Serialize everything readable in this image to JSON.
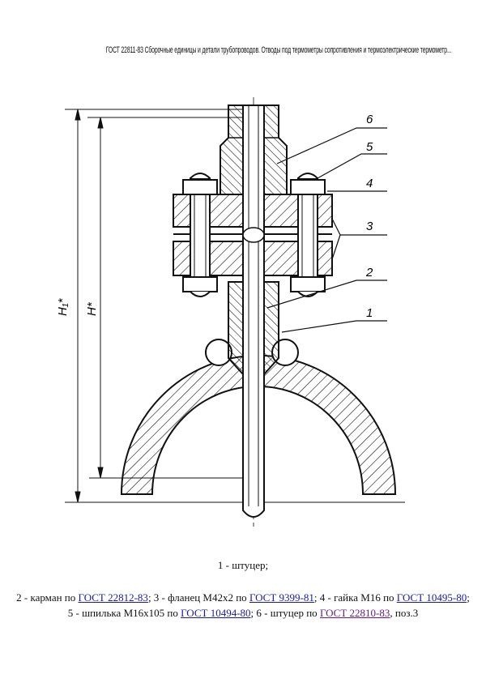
{
  "header": {
    "title": "ГОСТ 22811-83 Сборочные единицы и детали трубопроводов. Отводы под термометры сопротивления и термоэлектрические термометр..."
  },
  "drawing": {
    "labels": [
      "1",
      "2",
      "3",
      "4",
      "5",
      "6"
    ],
    "dim_h1": "H₁*",
    "dim_h": "H*"
  },
  "caption": {
    "line1": "1 - штуцер;",
    "item2_prefix": "2 - карман по ",
    "item2_link": "ГОСТ 22812-83",
    "item3_prefix": "; 3 - фланец М42х2 по ",
    "item3_link": "ГОСТ 9399-81",
    "item4_prefix": "; 4 - гайка М16 по ",
    "item4_link": "ГОСТ 10495-80",
    "item4_suffix": ";",
    "item5_prefix": "5 - шпилька М16х105 по ",
    "item5_link": "ГОСТ 10494-80",
    "item6_prefix": "; 6 - штуцер по ",
    "item6_link": "ГОСТ 22810-83",
    "item6_suffix": ", поз.3"
  },
  "colors": {
    "link": "#1a1aa6",
    "visited_link": "#6a1b8a"
  }
}
